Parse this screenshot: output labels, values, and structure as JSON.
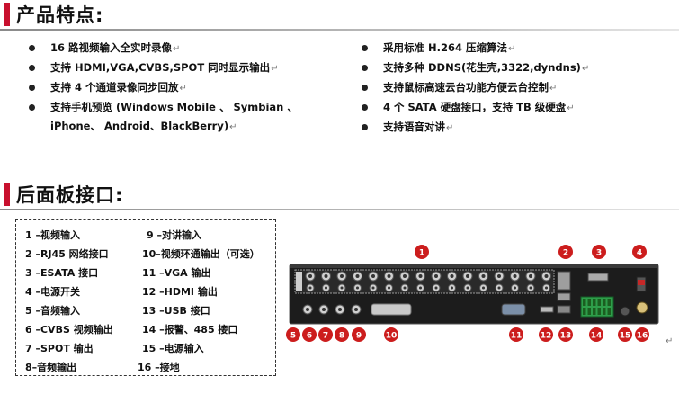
{
  "sections": {
    "features_title": "产品特点:",
    "rear_panel_title": "后面板接口:"
  },
  "features": {
    "left": [
      "16 路视频输入全实时录像",
      "支持 HDMI,VGA,CVBS,SPOT 同时显示输出",
      "支持 4 个通道录像同步回放",
      "支持手机预览 (Windows Mobile 、 Symbian 、",
      "iPhone、 Android、BlackBerry)"
    ],
    "right": [
      "采用标准 H.264 压缩算法",
      "支持多种 DDNS(花生壳,3322,dyndns)",
      "支持鼠标高速云台功能方便云台控制",
      "4 个 SATA 硬盘接口，支持 TB 级硬盘",
      "支持语音对讲"
    ],
    "paragraph_mark": "↵"
  },
  "legend": {
    "left": [
      "1 –视频输入",
      "2 –RJ45 网络接口",
      "3 –ESATA 接口",
      "4 –电源开关",
      "5 –音频输入",
      "6 –CVBS 视频输出",
      "7 –SPOT 输出",
      "8–音频输出"
    ],
    "right": [
      "9 –对讲输入",
      "10–视频环通输出（可选）",
      "11 –VGA 输出",
      "12 –HDMI 输出",
      "13 –USB 接口",
      "14 –报警、485 接口",
      "15 –电源输入",
      "16 –接地"
    ]
  },
  "panel_badges": [
    "1",
    "2",
    "3",
    "4",
    "5",
    "6",
    "7",
    "8",
    "9",
    "10",
    "11",
    "12",
    "13",
    "14",
    "15",
    "16"
  ],
  "colors": {
    "accent": "#c8102e",
    "badge": "#cc1d1d",
    "panel_bg": "#1c1c1c"
  }
}
